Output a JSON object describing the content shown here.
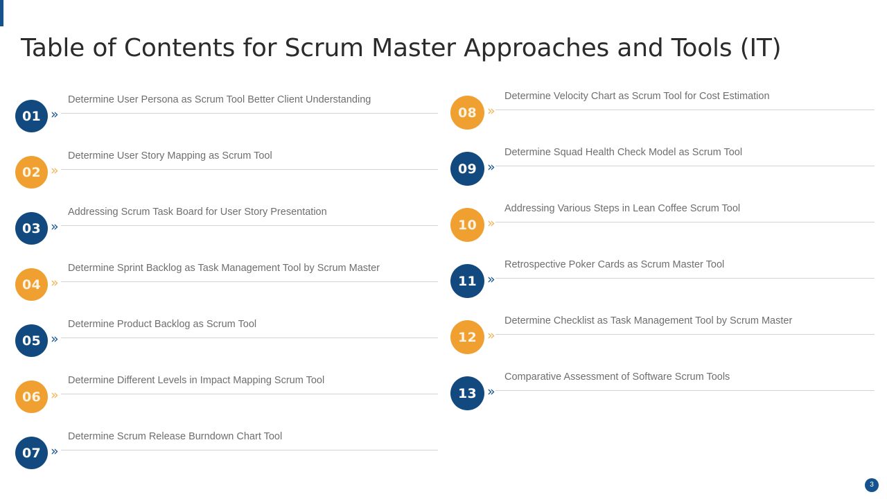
{
  "slide": {
    "title": "Table of Contents for Scrum Master Approaches and Tools (IT)",
    "page_number": "3",
    "accent_color": "#14538d",
    "blue": "#12497f",
    "orange": "#efa031",
    "text_color": "#6e6e6e",
    "rule_color": "#d3d3d3",
    "chevron_glyph": "»"
  },
  "left_column": [
    {
      "number": "01",
      "color": "blue",
      "label": "Determine User Persona as Scrum Tool Better Client Understanding"
    },
    {
      "number": "02",
      "color": "orange",
      "label": "Determine User Story Mapping as Scrum Tool"
    },
    {
      "number": "03",
      "color": "blue",
      "label": "Addressing Scrum Task Board for User Story Presentation"
    },
    {
      "number": "04",
      "color": "orange",
      "label": "Determine Sprint Backlog as Task Management Tool by Scrum Master"
    },
    {
      "number": "05",
      "color": "blue",
      "label": "Determine Product Backlog as Scrum Tool"
    },
    {
      "number": "06",
      "color": "orange",
      "label": "Determine Different Levels in Impact Mapping Scrum Tool"
    },
    {
      "number": "07",
      "color": "blue",
      "label": "Determine Scrum Release Burndown  Chart Tool"
    }
  ],
  "right_column": [
    {
      "number": "08",
      "color": "orange",
      "label": "Determine Velocity Chart as Scrum Tool for Cost Estimation"
    },
    {
      "number": "09",
      "color": "blue",
      "label": "Determine Squad Health Check Model as Scrum Tool"
    },
    {
      "number": "10",
      "color": "orange",
      "label": "Addressing Various Steps in Lean Coffee Scrum Tool"
    },
    {
      "number": "11",
      "color": "blue",
      "label": "Retrospective Poker Cards as Scrum Master Tool"
    },
    {
      "number": "12",
      "color": "orange",
      "label": "Determine Checklist as Task Management Tool by Scrum Master"
    },
    {
      "number": "13",
      "color": "blue",
      "label": "Comparative Assessment of Software Scrum Tools"
    }
  ]
}
